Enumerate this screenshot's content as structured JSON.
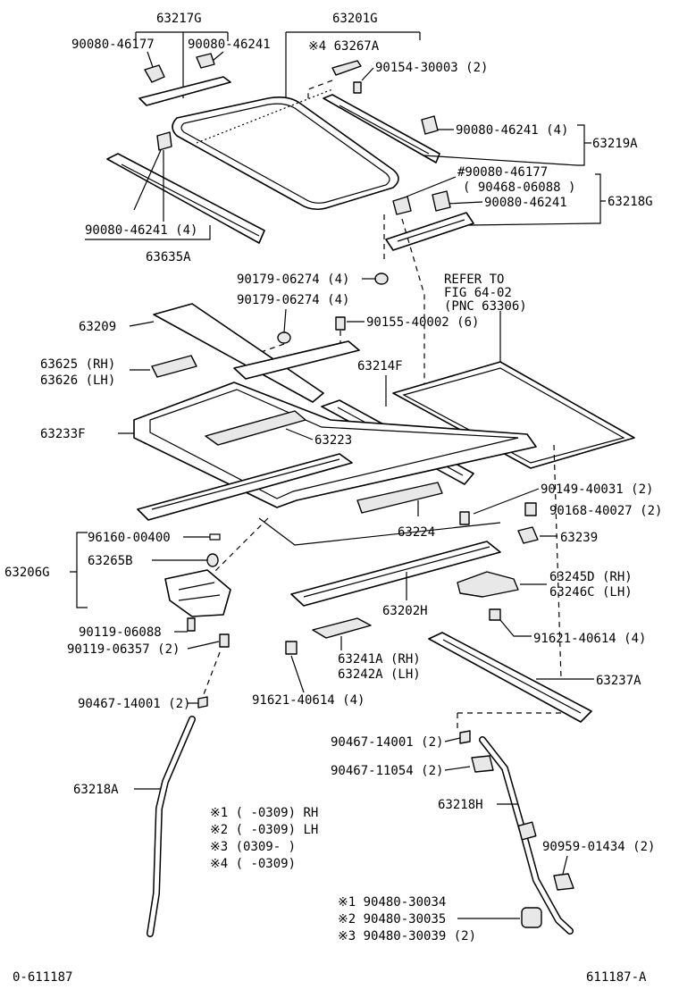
{
  "labels": {
    "p63217G": "63217G",
    "p63201G": "63201G",
    "p90080_46177_a": "90080-46177",
    "p90080_46241_a": "90080-46241",
    "p63267A": "※4 63267A",
    "p90154": "90154-30003 (2)",
    "p90080_46241_4a": "90080-46241 (4)",
    "p63219A": "63219A",
    "p90080_46177_b": "#90080-46177",
    "p90468": "( 90468-06088 )",
    "p90080_46241_b": "90080-46241",
    "p63218G": "63218G",
    "p90080_46241_4b": "90080-46241 (4)",
    "p63635A": "63635A",
    "p90179_a": "90179-06274 (4)",
    "refer1": "REFER TO",
    "refer2": "FIG 64-02",
    "refer3": "(PNC 63306)",
    "p90179_b": "90179-06274 (4)",
    "p63209": "63209",
    "p90155": "90155-40002 (6)",
    "p63625": "63625 (RH)",
    "p63626": "63626 (LH)",
    "p63214F": "63214F",
    "p63233F": "63233F",
    "p63223": "63223",
    "p90149": "90149-40031 (2)",
    "p90168": "90168-40027 (2)",
    "p63224": "63224",
    "p96160": "96160-00400",
    "p63239": "63239",
    "p63206G": "63206G",
    "p63265B": "63265B",
    "p63245D": "63245D (RH)",
    "p63246C": "63246C (LH)",
    "p63202H": "63202H",
    "p90119_06088": "90119-06088",
    "p90119_06357": "90119-06357 (2)",
    "p91621_a": "91621-40614 (4)",
    "p63241A": "63241A (RH)",
    "p63242A": "63242A (LH)",
    "p63237A": "63237A",
    "p90467_14001_a": "90467-14001 (2)",
    "p91621_b": "91621-40614 (4)",
    "p90467_14001_b": "90467-14001 (2)",
    "p90467_11054": "90467-11054 (2)",
    "p63218A": "63218A",
    "p63218H": "63218H",
    "p90959": "90959-01434 (2)",
    "note1": "※1 (     -0309) RH",
    "note2": "※2 (     -0309) LH",
    "note3": "※3 (0309-     )",
    "note4": "※4 (     -0309)",
    "alt1": "※1 90480-30034",
    "alt2": "※2 90480-30035",
    "alt3": "※3 90480-30039 (2)",
    "footer_left": "0-611187",
    "footer_right": "611187-A"
  }
}
